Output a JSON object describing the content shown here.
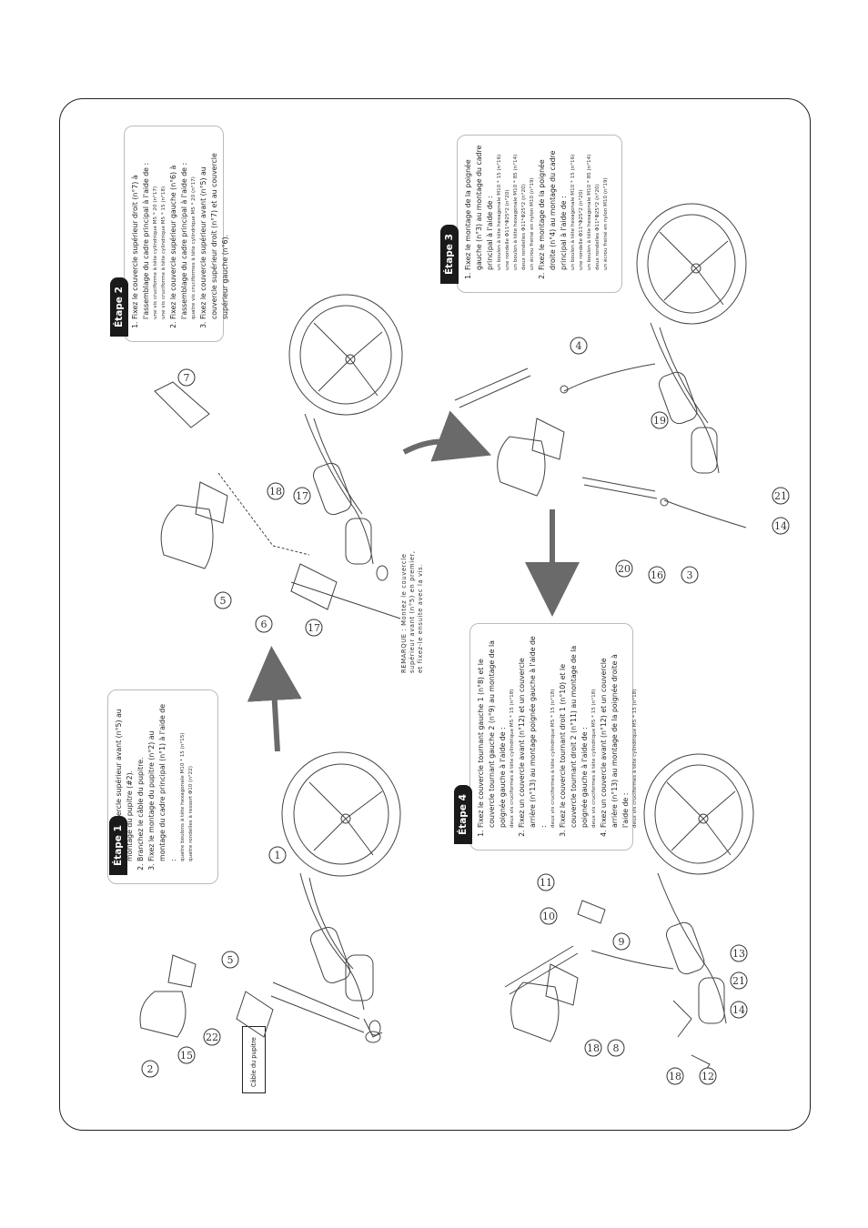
{
  "steps": [
    {
      "tab": "Étape 1",
      "items": [
        {
          "text": "Fixez le couvercle supérieur avant (n°5) au montage du pupitre (#2).",
          "subs": []
        },
        {
          "text": "Branchez le câble du pupitre.",
          "subs": []
        },
        {
          "text": "Fixez le montage du pupitre (n°2) au montage du cadre principal (n°1) à l'aide de :",
          "subs": [
            "quatre boulons à tête hexagonale M10 * 15 (n°15)",
            "quatre rondelles à ressort Φ10 (n°22)"
          ]
        }
      ]
    },
    {
      "tab": "Étape 2",
      "items": [
        {
          "text": "Fixez le couvercle supérieur droit (n°7) à l'assemblage du cadre principal à l'aide de :",
          "subs": [
            "une vis cruciforme à tête cylindrique M5 * 20 (n°17)",
            "une vis cruciforme à tête cylindrique M5 * 15 (n°18)"
          ]
        },
        {
          "text": "Fixez le couvercle supérieur gauche (n°6) à l'assemblage du cadre principal à l'aide de :",
          "subs": [
            "quatre vis cruciformes à tête cylindrique M5 * 20 (n°17)"
          ]
        },
        {
          "text": "Fixez le couvercle supérieur avant (n°5) au couvercle supérieur droit (n°7) et au couvercle supérieur gauche (n°6).",
          "subs": []
        }
      ]
    },
    {
      "tab": "Étape 3",
      "items": [
        {
          "text": "Fixez le montage de la poignée gauche (n°3) au montage du cadre principal à l'aide de :",
          "subs": [
            "un boulon à tête hexagonale M10 * 15 (n°16)",
            "une rondelle Φ11*Φ25*2 (n°20)",
            "un boulon à tête hexagonale M10 * 85 (n°14)",
            "deux rondelles Φ11*Φ25*2 (n°20)",
            "un écrou freiné en nylon M10 (n°19)"
          ]
        },
        {
          "text": "Fixez le montage de la poignée droite (n°4) au montage du cadre principal à l'aide de :",
          "subs": [
            "un boulon à tête hexagonale M10 * 15 (n°16)",
            "une rondelle Φ11*Φ25*2 (n°20)",
            "un boulon à tête hexagonale M10 * 85 (n°14)",
            "deux rondelles Φ11*Φ25*2 (n°20)",
            "un écrou freiné en nylon M10 (n°19)"
          ]
        }
      ]
    },
    {
      "tab": "Étape 4",
      "items": [
        {
          "text": "Fixez le couvercle tournant gauche 1 (n°8) et le couvercle tournant gauche 2 (n°9) au montage de la poignée gauche à l'aide de :",
          "subs": [
            "deux vis cruciformes à tête cylindrique M5 * 15 (n°18)"
          ]
        },
        {
          "text": "Fixez un couvercle avant (n°12) et un couvercle arrière (n°13) au montage poignée gauche à l'aide de :",
          "subs": [
            "deux vis cruciformes à tête cylindrique M5 * 15 (n°18)"
          ]
        },
        {
          "text": "Fixez le couvercle tournant droit 1 (n°10) et le couvercle tournant droit 2 (n°11) au montage de la poignée gauche à l'aide de :",
          "subs": [
            "deux vis cruciformes à tête cylindrique M5 * 15 (n°18)"
          ]
        },
        {
          "text": "Fixez un couvercle avant (n°12) et un couvercle arrière (n°13) au montage de la poignée droite à l'aide de :",
          "subs": [
            "deux vis cruciformes à tête cylindrique M5 * 15 (n°18)"
          ]
        }
      ]
    }
  ],
  "note": "REMARQUE : Montez le couvercle supérieur avant (n°5) en premier, et fixez-le ensuite avec la vis.",
  "cable_label": "Câble du pupitre",
  "part_numbers": {
    "step1": [
      "1",
      "2",
      "15",
      "22",
      "5"
    ],
    "step2": [
      "7",
      "18",
      "17",
      "5",
      "6",
      "17"
    ],
    "step3": [
      "4",
      "19",
      "20",
      "16",
      "3",
      "21",
      "14"
    ],
    "step4": [
      "11",
      "10",
      "9",
      "18",
      "8",
      "13",
      "21",
      "14",
      "18",
      "12"
    ]
  }
}
